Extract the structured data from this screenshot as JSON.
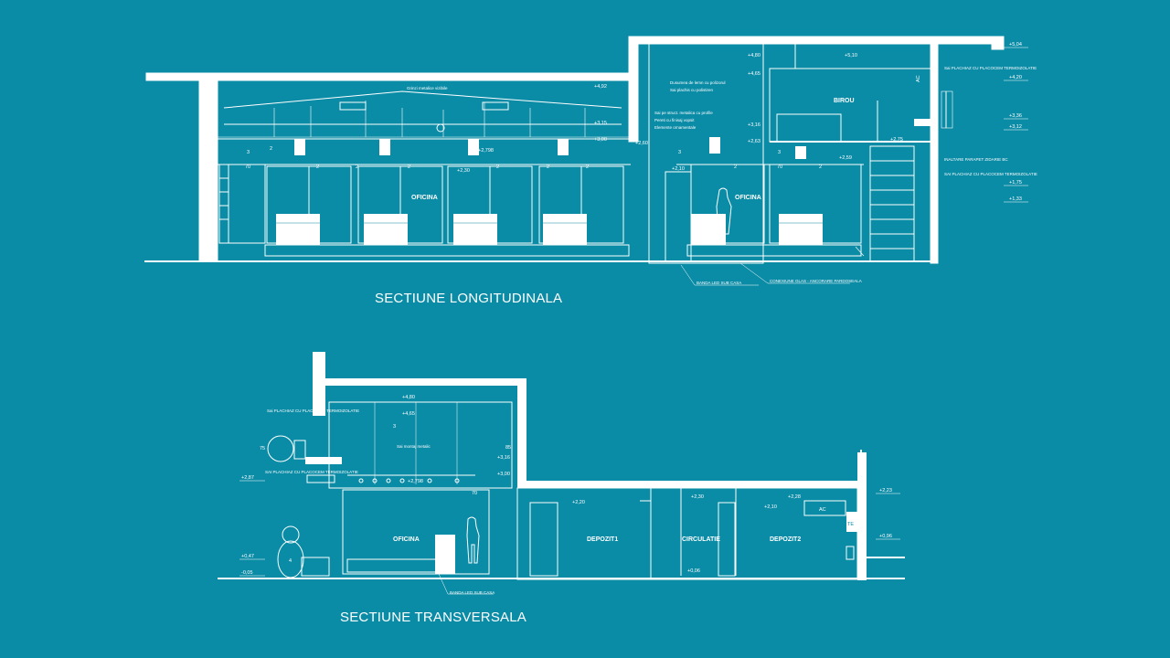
{
  "colors": {
    "background": "#0a8ba6",
    "linework": "#ffffff"
  },
  "longitudinal": {
    "title": "SECTIUNE LONGITUDINALA",
    "rooms": [
      "OFICINA",
      "OFICINA",
      "BIROU"
    ],
    "elevations": [
      "+4,92",
      "+4,80",
      "+4,65",
      "+5,10",
      "+5,04",
      "+4,20",
      "+3,36",
      "+3,12",
      "+1,75",
      "+1,33",
      "+2,75",
      "+2,10",
      "+2,59",
      "+3,15",
      "+3,00",
      "+2,798",
      "+2,30",
      "+2,60",
      "+3,16",
      "+2,63"
    ],
    "dims": [
      "70",
      "70"
    ],
    "tags": [
      "3",
      "3",
      "3",
      "2",
      "2",
      "2",
      "2",
      "2",
      "2",
      "2",
      "2",
      "2"
    ],
    "notes": [
      "Grinzi metalice vizibile",
      "Dusumea de lemn cu polizorul",
      "Sai plachis cu polistiren",
      "Sai pe struct. metalica cu profile",
      "Pereti cu finisaj vopsit",
      "Elemente ornamentale",
      "Sai PLACHIAZ CU PLACOCEM TERMOIZOLATIE",
      "SAI PLACHIAZ CU PLACOCEM TERMOIZOLATIE",
      "INALTARE PARAPET ZIDARIE BC",
      "BANDA LED SUB CASA",
      "CONEXIUNE  GLAS - ANCORARE PARDOSEALA"
    ],
    "ac_label": "AC"
  },
  "transversal": {
    "title": "SECTIUNE TRANSVERSALA",
    "rooms": [
      "OFICINA",
      "DEPOZIT1",
      "CIRCULATIE",
      "DEPOZIT2"
    ],
    "elevations": [
      "+4,80",
      "+4,65",
      "+3,16",
      "+3,00",
      "+2,798",
      "+2,20",
      "+2,30",
      "+2,10",
      "+2,28",
      "+2,23",
      "+0,96",
      "+0,06",
      "+0,47",
      "-0,05",
      "+2,87"
    ],
    "dims": [
      "75",
      "85",
      "70"
    ],
    "tags": [
      "3",
      "4"
    ],
    "notes": [
      "Sai PLACHIAZ CU PLACOCEM TERMOIZOLATIE",
      "SAI PLACHIAZ CU PLACOCEM TERMOIZOLATIE",
      "Sai montaj metalic",
      "BANDA LED SUB CASA"
    ],
    "ac_label": "AC",
    "te_label": "TE"
  }
}
